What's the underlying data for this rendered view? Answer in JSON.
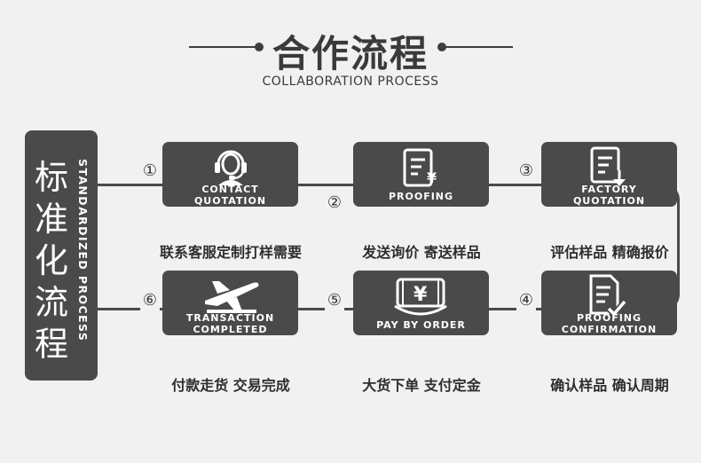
{
  "header": {
    "title": "合作流程",
    "subtitle": "COLLABORATION PROCESS"
  },
  "side": {
    "title_cn": "标准化流程",
    "title_en": "STANDARDIZED PROCESS"
  },
  "steps": [
    {
      "num": "①",
      "label_1": "CONTACT",
      "label_2": "QUOTATION",
      "caption": "联系客服定制打样需要",
      "icon": "headset-icon"
    },
    {
      "num": "②",
      "label_1": "PROOFING",
      "label_2": "",
      "caption": "发送询价 寄送样品",
      "icon": "document-yen-icon"
    },
    {
      "num": "③",
      "label_1": "FACTORY",
      "label_2": "QUOTATION",
      "caption": "评估样品 精确报价",
      "icon": "document-download-icon"
    },
    {
      "num": "④",
      "label_1": "PROOFING",
      "label_2": "CONFIRMATION",
      "caption": "确认样品 确认周期",
      "icon": "document-check-icon"
    },
    {
      "num": "⑤",
      "label_1": "PAY BY ORDER",
      "label_2": "",
      "caption": "大货下单 支付定金",
      "icon": "yen-bill-icon"
    },
    {
      "num": "⑥",
      "label_1": "TRANSACTION",
      "label_2": "COMPLETED",
      "caption": "付款走货 交易完成",
      "icon": "airplane-icon"
    }
  ],
  "colors": {
    "background": "#f1f1f1",
    "box": "#4a4a4a",
    "text": "#2e2e2e"
  }
}
